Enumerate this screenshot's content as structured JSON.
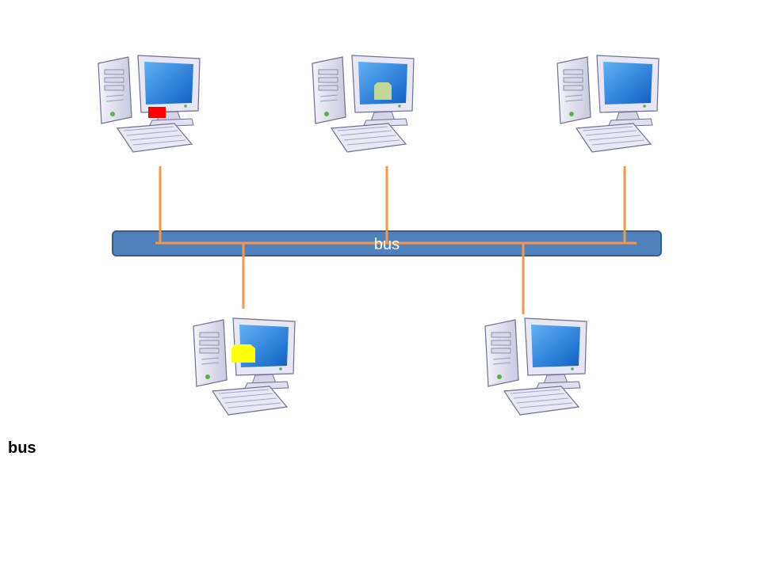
{
  "diagram": {
    "bus_label": "bus",
    "caption": "bus",
    "colors": {
      "bus_fill": "#4f81bd",
      "bus_border": "#385d8a",
      "cable": "#f79646",
      "packet_red": "#ff0000",
      "packet_yellow": "#ffff00",
      "packet_green": "#c4d79b",
      "screen": "#1f6fd1",
      "case": "#e6e6f5"
    },
    "computers": [
      {
        "id": "pc-top-left",
        "packet": "red"
      },
      {
        "id": "pc-top-middle",
        "packet": "green"
      },
      {
        "id": "pc-top-right",
        "packet": "none"
      },
      {
        "id": "pc-bottom-left",
        "packet": "yellow"
      },
      {
        "id": "pc-bottom-right",
        "packet": "none"
      }
    ]
  }
}
